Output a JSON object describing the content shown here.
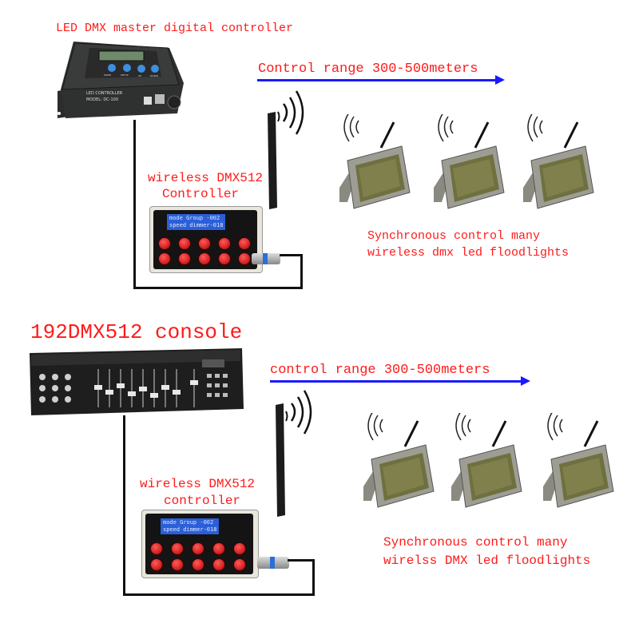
{
  "top": {
    "master_label": "LED DMX master digital controller",
    "master_device": {
      "line1": "LED CONTROLLER",
      "line2": "MODEL: DC-100",
      "buttons": [
        "MODE",
        "SETUP",
        "UP",
        "DOWN"
      ]
    },
    "range_label": "Control range 300-500meters",
    "wireless_label_1": "wireless DMX512",
    "wireless_label_2": "Controller",
    "lcd": {
      "line1": "mode Group -002",
      "line2": "speed dimmer-018"
    },
    "floodlight_text_1": "Synchronous control many",
    "floodlight_text_2": "wireless dmx led floodlights"
  },
  "bottom": {
    "console_label": "192DMX512 console",
    "range_label": "control range 300-500meters",
    "wireless_label_1": "wireless DMX512",
    "wireless_label_2": "controller",
    "lcd": {
      "line1": "mode Group -002",
      "line2": "speed dimmer-018"
    },
    "floodlight_text_1": "Synchronous control many",
    "floodlight_text_2": "wirelss DMX led floodlights"
  },
  "colors": {
    "label": "#ff1a1a",
    "arrow": "#1a1aff",
    "wire": "#111111"
  }
}
